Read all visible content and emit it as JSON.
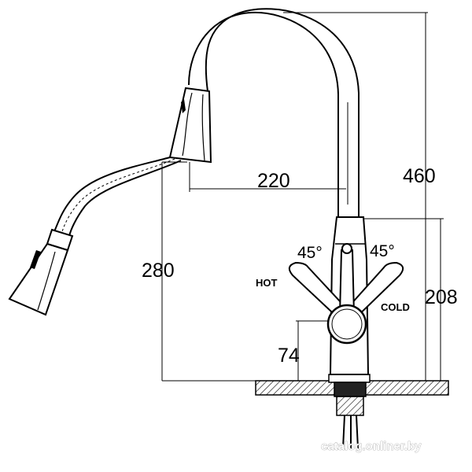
{
  "dimensions": {
    "overall_height": "460",
    "spout_reach": "220",
    "spout_outlet_height": "280",
    "body_height": "208",
    "handle_height": "74"
  },
  "angles": {
    "hot_angle": "45°",
    "cold_angle": "45°"
  },
  "labels": {
    "hot": "HOT",
    "cold": "COLD"
  },
  "watermark": "catalog.onliner.by"
}
